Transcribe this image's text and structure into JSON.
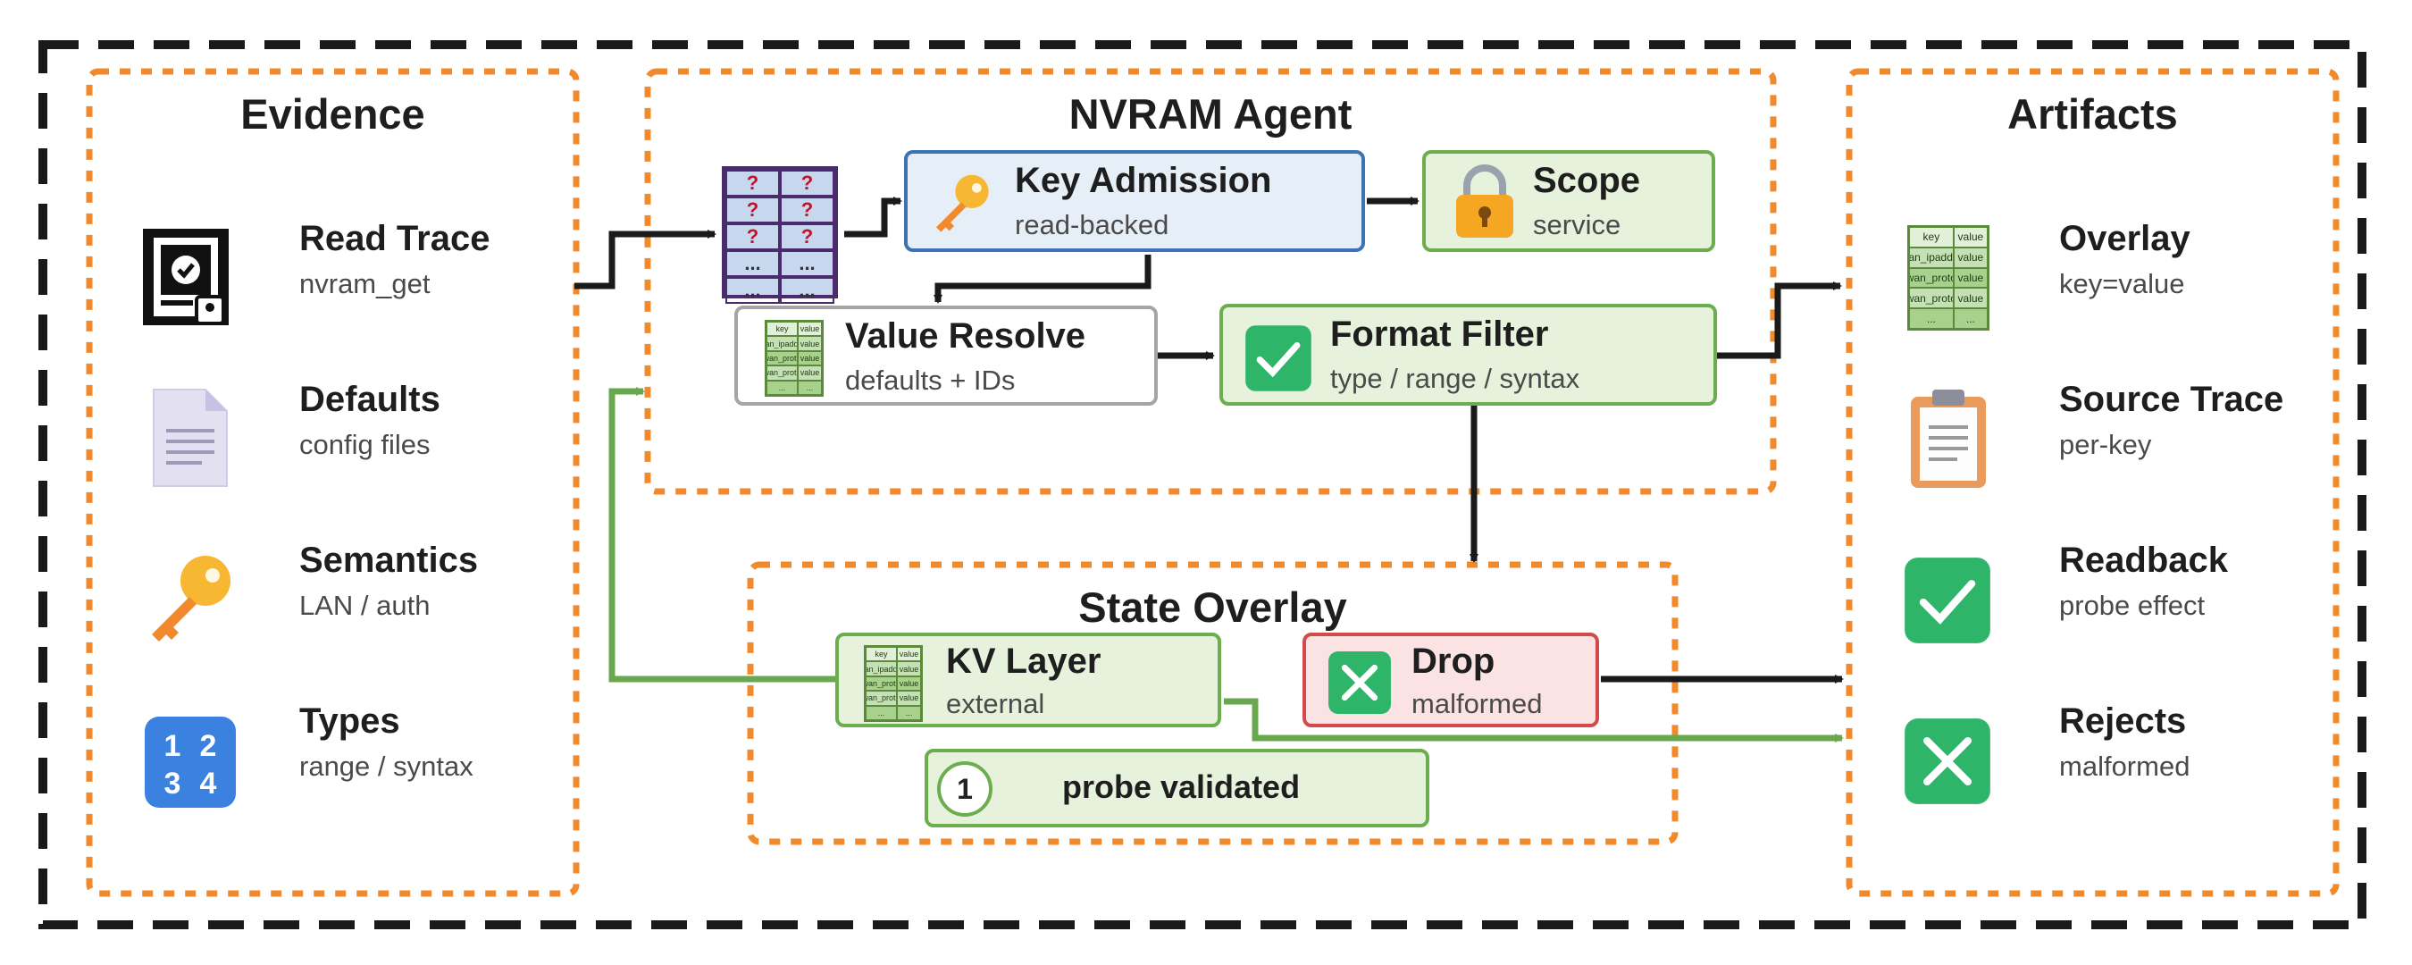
{
  "groups": {
    "evidence": "Evidence",
    "agent": "NVRAM Agent",
    "overlay": "State Overlay",
    "artifacts": "Artifacts"
  },
  "evidence_items": [
    {
      "title": "Read Trace",
      "sub": "nvram_get",
      "icon": "trace-document-icon"
    },
    {
      "title": "Defaults",
      "sub": "config files",
      "icon": "file-icon"
    },
    {
      "title": "Semantics",
      "sub": "LAN / auth",
      "icon": "key-icon"
    },
    {
      "title": "Types",
      "sub": "range / syntax",
      "icon": "numbers-icon"
    }
  ],
  "agent_nodes": {
    "key_admission": {
      "title": "Key Admission",
      "sub": "read-backed"
    },
    "scope": {
      "title": "Scope",
      "sub": "service"
    },
    "value_resolve": {
      "title": "Value Resolve",
      "sub": "defaults + IDs"
    },
    "format_filter": {
      "title": "Format Filter",
      "sub": "type / range / syntax"
    }
  },
  "overlay_nodes": {
    "kv_layer": {
      "title": "KV Layer",
      "sub": "external"
    },
    "drop": {
      "title": "Drop",
      "sub": "malformed"
    },
    "probe": {
      "number": "1",
      "label": "probe validated"
    }
  },
  "artifact_items": [
    {
      "title": "Overlay",
      "sub": "key=value",
      "icon": "table-icon"
    },
    {
      "title": "Source Trace",
      "sub": "per-key",
      "icon": "clipboard-icon"
    },
    {
      "title": "Readback",
      "sub": "probe effect",
      "icon": "check-icon"
    },
    {
      "title": "Rejects",
      "sub": "malformed",
      "icon": "cross-icon"
    }
  ],
  "mini_table": {
    "header": [
      "key",
      "value"
    ],
    "rows": [
      [
        "lan_ipaddr",
        "value"
      ],
      [
        "wan_proto",
        "value"
      ],
      [
        "wan_proto",
        "value"
      ],
      [
        "...",
        "..."
      ]
    ]
  },
  "unknown_table": {
    "cells": [
      [
        "?",
        "?"
      ],
      [
        "?",
        "?"
      ],
      [
        "?",
        "?"
      ],
      [
        "...",
        "..."
      ],
      [
        "...",
        "..."
      ]
    ]
  },
  "icon_glyphs": {
    "numbers": [
      "1",
      "2",
      "3",
      "4"
    ]
  },
  "colors": {
    "frame": "#1a1a1a",
    "group_border": "#f08a2c",
    "green_border": "#6cae4f",
    "green_fill": "#e6f2dc",
    "blue_border": "#3d72b4",
    "blue_fill": "#e6eef8",
    "red_border": "#d24a4a",
    "red_fill": "#fbe3e3",
    "grey_border": "#a5a5a5",
    "green_arrow": "#6aa84f",
    "black_arrow": "#1a1a1a"
  }
}
